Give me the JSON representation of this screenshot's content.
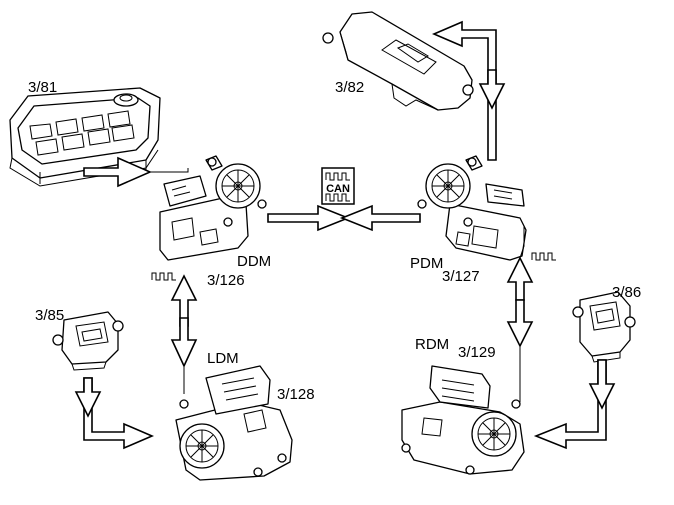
{
  "components": {
    "driver_switch_panel": {
      "ref": "3/81"
    },
    "passenger_switch": {
      "ref": "3/82"
    },
    "rear_left_switch": {
      "ref": "3/85"
    },
    "rear_right_switch": {
      "ref": "3/86"
    },
    "driver_door_module": {
      "name": "DDM",
      "ref": "3/126"
    },
    "passenger_door_module": {
      "name": "PDM",
      "ref": "3/127"
    },
    "rear_left_door_module": {
      "name": "LDM",
      "ref": "3/128"
    },
    "rear_right_door_module": {
      "name": "RDM",
      "ref": "3/129"
    }
  },
  "can_badge": {
    "label": "CAN"
  }
}
